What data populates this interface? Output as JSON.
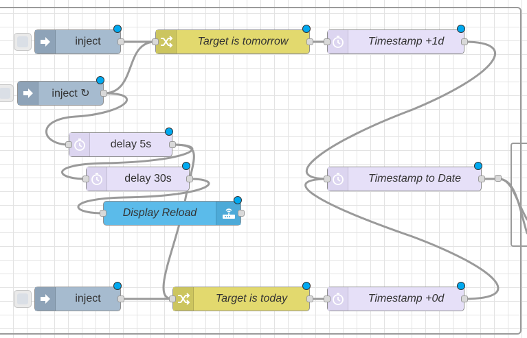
{
  "nodes": {
    "inject_top": {
      "label": "inject",
      "type": "inject",
      "icon": "arrow-right-icon",
      "has_input": false
    },
    "inject_repeat": {
      "label": "inject ↻",
      "type": "inject",
      "icon": "arrow-right-icon",
      "has_input": false
    },
    "target_tomorrow": {
      "label": "Target is tomorrow",
      "type": "change",
      "icon": "shuffle-icon"
    },
    "timestamp_1d": {
      "label": "Timestamp +1d",
      "type": "function",
      "icon": "timer-icon"
    },
    "delay_5s": {
      "label": "delay 5s",
      "type": "delay",
      "icon": "timer-icon"
    },
    "delay_30s": {
      "label": "delay 30s",
      "type": "delay",
      "icon": "timer-icon"
    },
    "display_reload": {
      "label": "Display Reload",
      "type": "ui",
      "icon": "wireless-router-icon"
    },
    "timestamp_to_date": {
      "label": "Timestamp to Date",
      "type": "function",
      "icon": "timer-icon"
    },
    "inject_bottom": {
      "label": "inject",
      "type": "inject",
      "icon": "arrow-right-icon",
      "has_input": false
    },
    "target_today": {
      "label": "Target is today",
      "type": "change",
      "icon": "shuffle-icon"
    },
    "timestamp_0d": {
      "label": "Timestamp +0d",
      "type": "function",
      "icon": "timer-icon"
    }
  },
  "colors": {
    "inject": "#a6bbcf",
    "change": "#e2d96e",
    "function": "#e6e0f8",
    "ui": "#5bbbea",
    "status_dot": "#00a9f0",
    "wire": "#9a9a9a",
    "grid": "#e3e3e3"
  }
}
